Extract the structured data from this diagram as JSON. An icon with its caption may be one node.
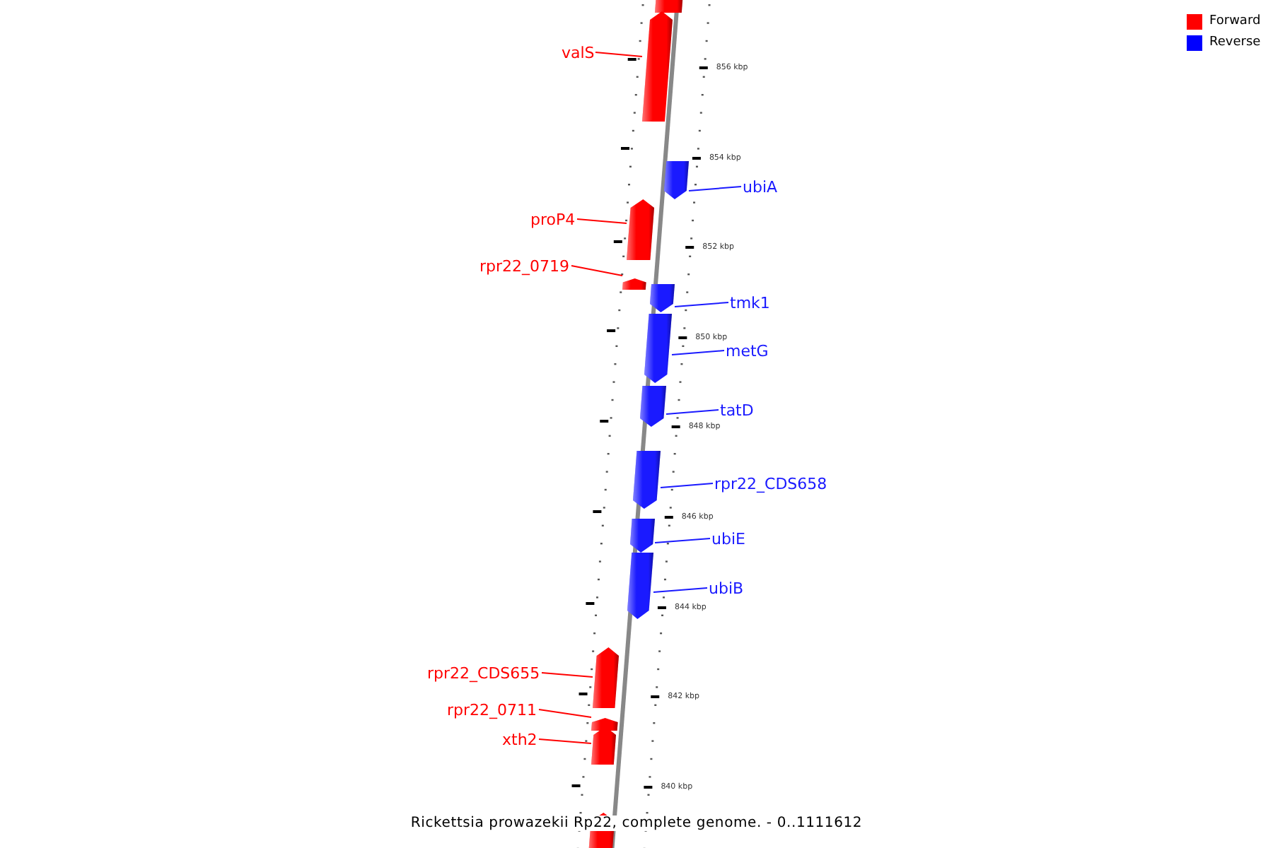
{
  "diagram": {
    "caption": "Rickettsia prowazekii Rp22, complete genome. - 0..1111612",
    "nodes": [
      {
        "text": [],
        "shape": "pentagon"
      },
      {
        "text": [
          "valS"
        ]
      },
      {
        "text": [],
        "shape": "pentagon"
      },
      {
        "text": [],
        "shape": "pentagon"
      },
      {
        "text": [
          "ubiA"
        ]
      },
      {
        "text": [
          "proP4"
        ]
      },
      {
        "text": [],
        "shape": "pentagon"
      },
      {
        "text": [
          "rpr22_0719"
        ]
      },
      {
        "text": [],
        "shape": "pentagon"
      },
      {
        "text": [],
        "shape": "pentagon"
      },
      {
        "text": [
          "tmk1"
        ]
      },
      {
        "text": [],
        "shape": "pentagon"
      },
      {
        "text": [
          "metG"
        ]
      },
      {
        "text": [],
        "shape": "pentagon"
      },
      {
        "text": [
          "tatD"
        ]
      },
      {
        "text": [],
        "shape": "pentagon"
      },
      {
        "text": [
          "rpr22_CDS658"
        ]
      },
      {
        "text": [],
        "shape": "pentagon"
      },
      {
        "text": [
          "ubiE"
        ]
      },
      {
        "text": [],
        "shape": "pentagon"
      },
      {
        "text": [
          "ubiB"
        ]
      },
      {
        "text": [
          "rpr22_CDS655"
        ]
      },
      {
        "text": [],
        "shape": "pentagon"
      },
      {
        "text": [
          "rpr22_0711"
        ]
      },
      {
        "text": [],
        "shape": "pentagon"
      },
      {
        "text": [
          "xth2"
        ]
      },
      {
        "text": [],
        "shape": "pentagon"
      },
      {
        "text": [],
        "shape": "pentagon"
      }
    ],
    "edges": [
      {
        "from": 1,
        "to": 2,
        "arrow": "none",
        "color": "#ff0000"
      },
      {
        "from": 4,
        "to": 3,
        "arrow": "none"
      },
      {
        "from": 5,
        "to": 6,
        "arrow": "none",
        "color": "#ff0000"
      },
      {
        "from": 7,
        "to": 8,
        "arrow": "none",
        "color": "#ff0000"
      },
      {
        "from": 10,
        "to": 9,
        "arrow": "none"
      },
      {
        "from": 12,
        "to": 11,
        "arrow": "none"
      },
      {
        "from": 14,
        "to": 13,
        "arrow": "none"
      },
      {
        "from": 16,
        "to": 15,
        "arrow": "none"
      },
      {
        "from": 18,
        "to": 17,
        "arrow": "none"
      },
      {
        "from": 20,
        "to": 19,
        "arrow": "none"
      },
      {
        "from": 21,
        "to": 22,
        "arrow": "none",
        "color": "#ff0000"
      },
      {
        "from": 23,
        "to": 24,
        "arrow": "none",
        "color": "#ff0000"
      },
      {
        "from": 25,
        "to": 26,
        "arrow": "none",
        "color": "#ff0000"
      }
    ],
    "labels": [
      "856 kbp",
      "854 kbp",
      "852 kbp",
      "850 kbp",
      "848 kbp",
      "846 kbp",
      "844 kbp",
      "842 kbp",
      "840 kbp"
    ],
    "legend": [
      {
        "text": "Forward",
        "color": "#ff0000"
      },
      {
        "text": "Reverse",
        "color": "#0000ff"
      }
    ]
  }
}
